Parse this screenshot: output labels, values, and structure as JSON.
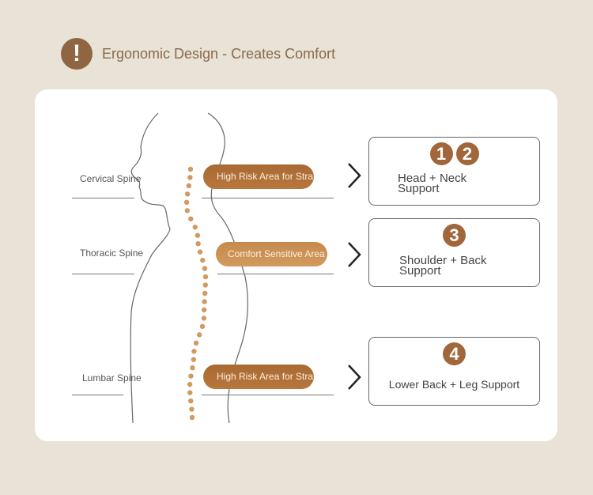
{
  "header": {
    "icon": "exclamation-icon",
    "title": "Ergonomic Design - Creates Comfort"
  },
  "colors": {
    "accent": "#a1663a",
    "background": "#e8e2d7"
  },
  "spine_labels": [
    "Cervical Spine",
    "Thoracic Spine",
    "Lumbar Spine"
  ],
  "tags": [
    "High Risk Area for Strain",
    "Comfort Sensitive Area",
    "High Risk Area for Strain"
  ],
  "boxes": [
    {
      "numbers": [
        "1",
        "2"
      ],
      "text": "Head + Neck Support"
    },
    {
      "numbers": [
        "3"
      ],
      "text": "Shoulder + Back Support"
    },
    {
      "numbers": [
        "4"
      ],
      "text": "Lower Back + Leg Support"
    }
  ]
}
